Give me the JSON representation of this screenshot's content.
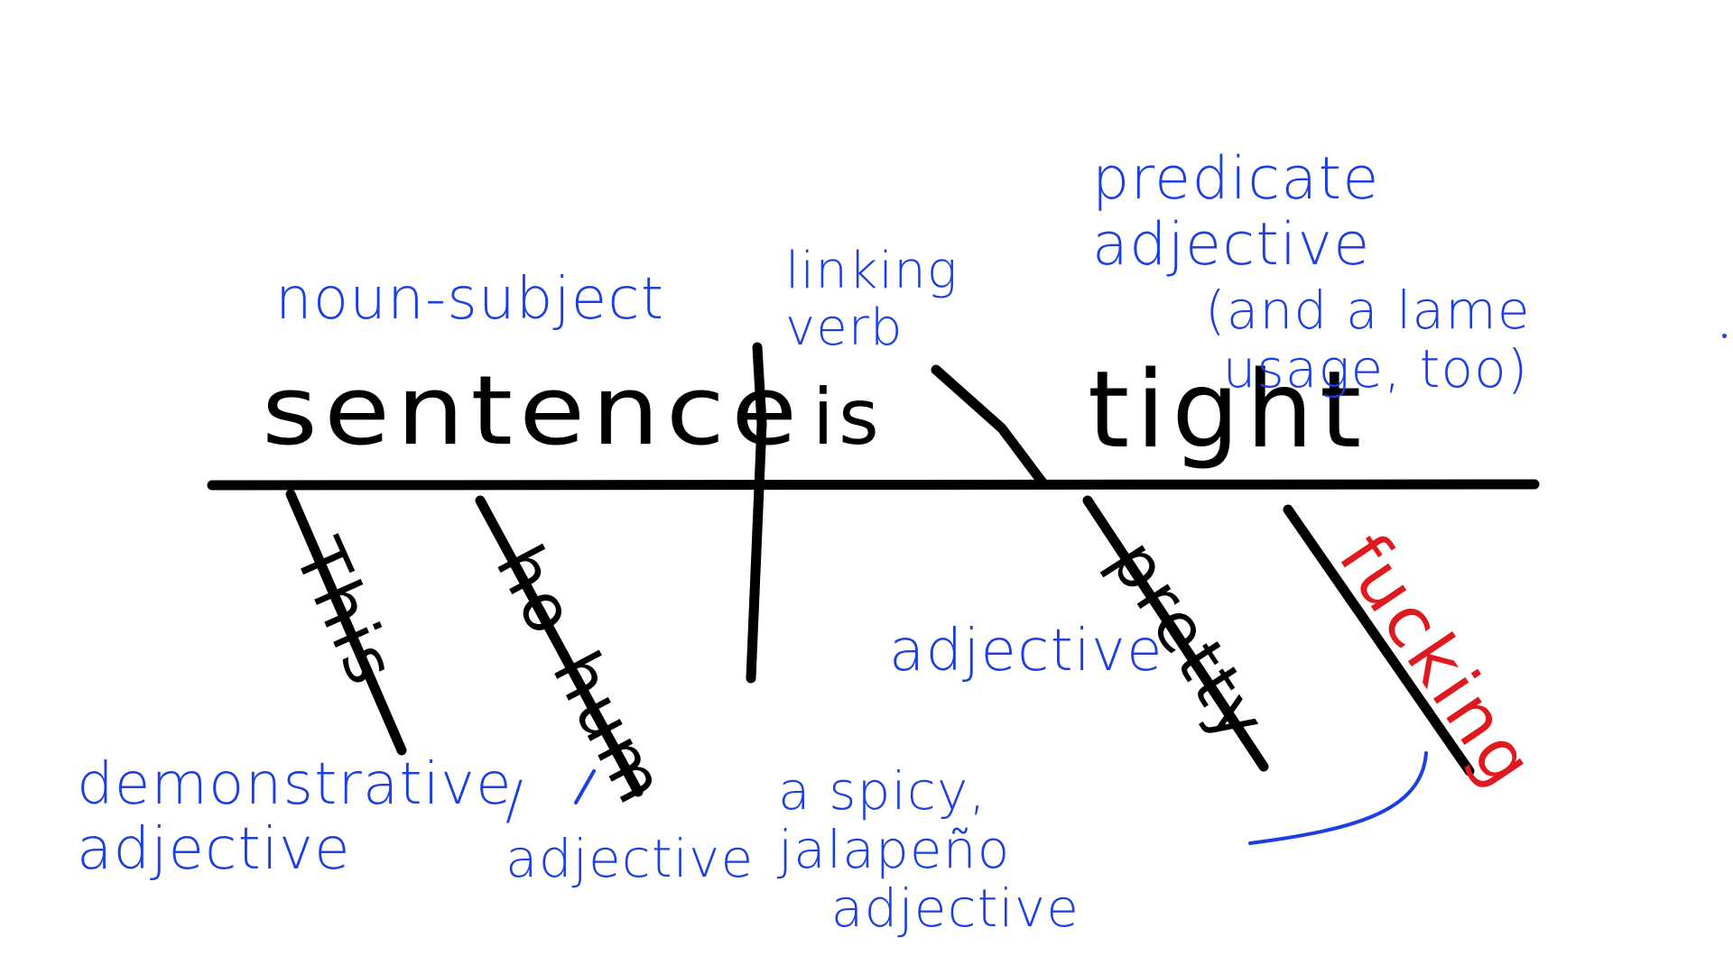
{
  "colors": {
    "ink": "#000000",
    "annotation": "#1b3fe0",
    "emphasis": "#e0191f",
    "background": "#ffffff"
  },
  "words": {
    "subject": "sentence",
    "verb": "is",
    "predicate_adjective": "tight",
    "modifier_this": "This",
    "modifier_hohum": "ho-hum",
    "modifier_pretty": "pretty",
    "modifier_fucking": "fucking"
  },
  "annotations": {
    "noun_subject": "noun-subject",
    "linking_verb": "linking\nverb",
    "predicate_adjective": "predicate\nadjective",
    "lame_usage": "(and a lame\n usage, too)",
    "demonstrative_adjective": "demonstrative\nadjective",
    "hohum_adjective": "/\nadjective",
    "adjective_pretty": "adjective",
    "spicy_adjective": "a spicy,\njalapeño\n   adjective"
  }
}
